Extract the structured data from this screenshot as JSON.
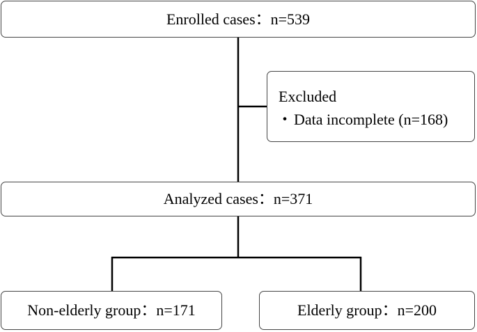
{
  "flowchart": {
    "enrolled": {
      "label": "Enrolled cases：n=539"
    },
    "excluded": {
      "title": "Excluded",
      "bullet": "・",
      "item": "Data incomplete (n=168)"
    },
    "analyzed": {
      "label": "Analyzed cases：n=371"
    },
    "groups": [
      {
        "label": "Non-elderly group：n=171"
      },
      {
        "label": "Elderly group：n=200"
      }
    ]
  }
}
